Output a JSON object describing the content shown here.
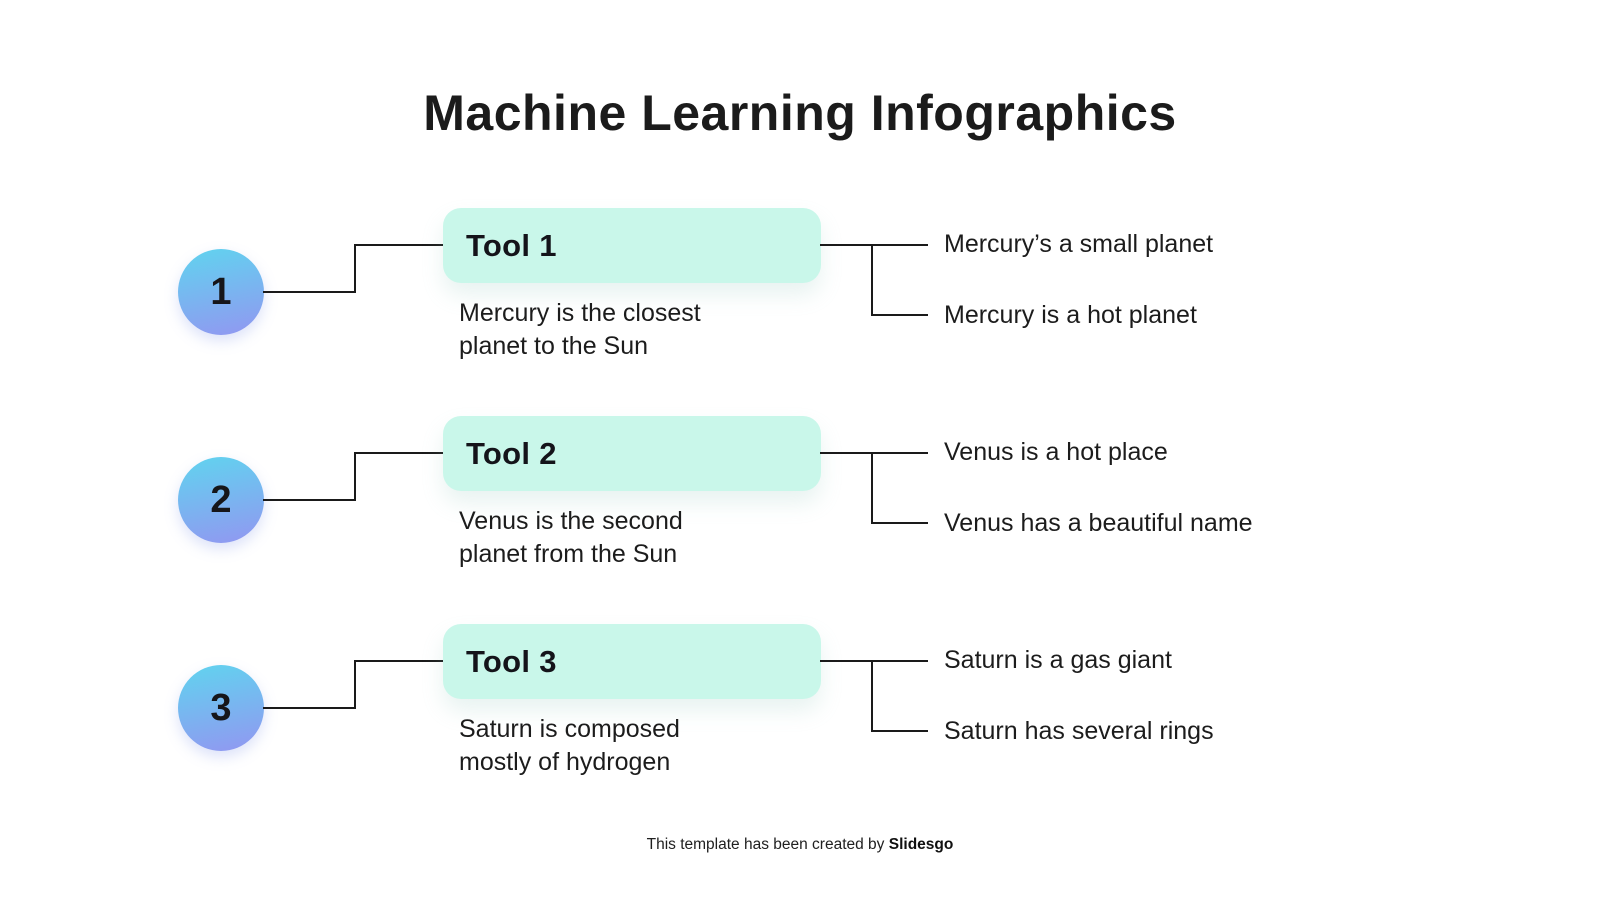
{
  "title": "Machine Learning Infographics",
  "rows": [
    {
      "number": "1",
      "tool_label": "Tool 1",
      "description": "Mercury is the closest\nplanet to the Sun",
      "bullets": [
        "Mercury’s a small planet",
        "Mercury is a hot planet"
      ]
    },
    {
      "number": "2",
      "tool_label": "Tool 2",
      "description": "Venus is the second\nplanet from the Sun",
      "bullets": [
        "Venus is a hot place",
        "Venus has a beautiful name"
      ]
    },
    {
      "number": "3",
      "tool_label": "Tool 3",
      "description": "Saturn is composed\nmostly of hydrogen",
      "bullets": [
        "Saturn is a gas giant",
        "Saturn has several rings"
      ]
    }
  ],
  "footer": {
    "text": "This template has been created by",
    "brand": "Slidesgo"
  },
  "colors": {
    "mint": "#c9f7ea",
    "grad_top": "#64cfef",
    "grad_bottom": "#8f9af1",
    "line": "#1a1a1a",
    "text_dark": "#1b1b1b"
  }
}
